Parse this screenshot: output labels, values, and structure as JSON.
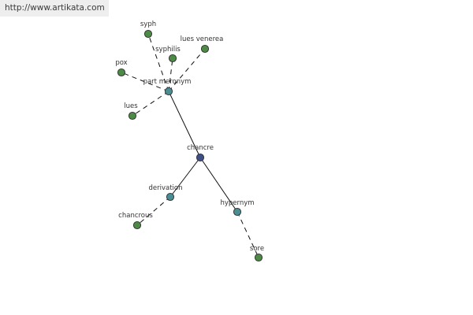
{
  "banner": {
    "url": "http://www.artikata.com"
  },
  "colors": {
    "center": "#3d4f86",
    "relation": "#4a8e94",
    "word": "#4d8a45",
    "node_stroke": "#2e2e2e",
    "edge": "#111111"
  },
  "graph": {
    "nodes": [
      {
        "id": "chancre",
        "label": "chancre",
        "kind": "center"
      },
      {
        "id": "part-meronym",
        "label": "part meronym",
        "kind": "relation"
      },
      {
        "id": "derivation",
        "label": "derivation",
        "kind": "relation"
      },
      {
        "id": "hypernym",
        "label": "hypernym",
        "kind": "relation"
      },
      {
        "id": "syph",
        "label": "syph",
        "kind": "word"
      },
      {
        "id": "syphilis",
        "label": "syphilis",
        "kind": "word"
      },
      {
        "id": "lues-venerea",
        "label": "lues venerea",
        "kind": "word"
      },
      {
        "id": "pox",
        "label": "pox",
        "kind": "word"
      },
      {
        "id": "lues",
        "label": "lues",
        "kind": "word"
      },
      {
        "id": "chancrous",
        "label": "chancrous",
        "kind": "word"
      },
      {
        "id": "sore",
        "label": "sore",
        "kind": "word"
      }
    ],
    "edges": [
      {
        "from": "chancre",
        "to": "part-meronym",
        "style": "solid"
      },
      {
        "from": "chancre",
        "to": "derivation",
        "style": "solid"
      },
      {
        "from": "chancre",
        "to": "hypernym",
        "style": "solid"
      },
      {
        "from": "part-meronym",
        "to": "syph",
        "style": "dashed"
      },
      {
        "from": "part-meronym",
        "to": "syphilis",
        "style": "dashed"
      },
      {
        "from": "part-meronym",
        "to": "lues-venerea",
        "style": "dashed"
      },
      {
        "from": "part-meronym",
        "to": "pox",
        "style": "dashed"
      },
      {
        "from": "part-meronym",
        "to": "lues",
        "style": "dashed"
      },
      {
        "from": "derivation",
        "to": "chancrous",
        "style": "dashed"
      },
      {
        "from": "hypernym",
        "to": "sore",
        "style": "dashed"
      }
    ]
  }
}
